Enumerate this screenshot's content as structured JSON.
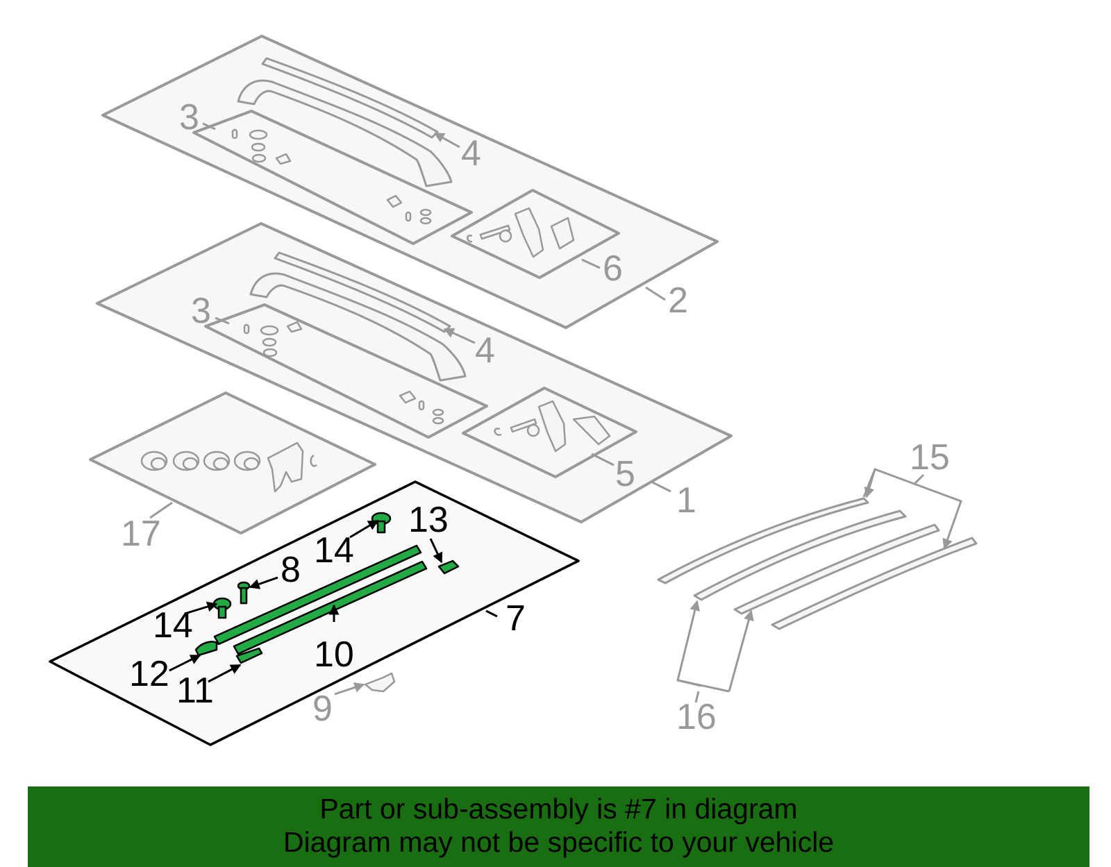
{
  "diagram": {
    "highlight_color": "#22aa44",
    "inactive_color": "#999999",
    "active_color": "#000000",
    "callouts": {
      "c1": "1",
      "c2": "2",
      "c3a": "3",
      "c3b": "3",
      "c4a": "4",
      "c4b": "4",
      "c5": "5",
      "c6": "6",
      "c7": "7",
      "c8": "8",
      "c9": "9",
      "c10": "10",
      "c11": "11",
      "c12": "12",
      "c13": "13",
      "c14a": "14",
      "c14b": "14",
      "c15": "15",
      "c16": "16",
      "c17": "17"
    }
  },
  "banner": {
    "background": "#1a6e12",
    "line1": "Part or sub-assembly is #7 in diagram",
    "line2": "Diagram may not be specific to your vehicle"
  }
}
